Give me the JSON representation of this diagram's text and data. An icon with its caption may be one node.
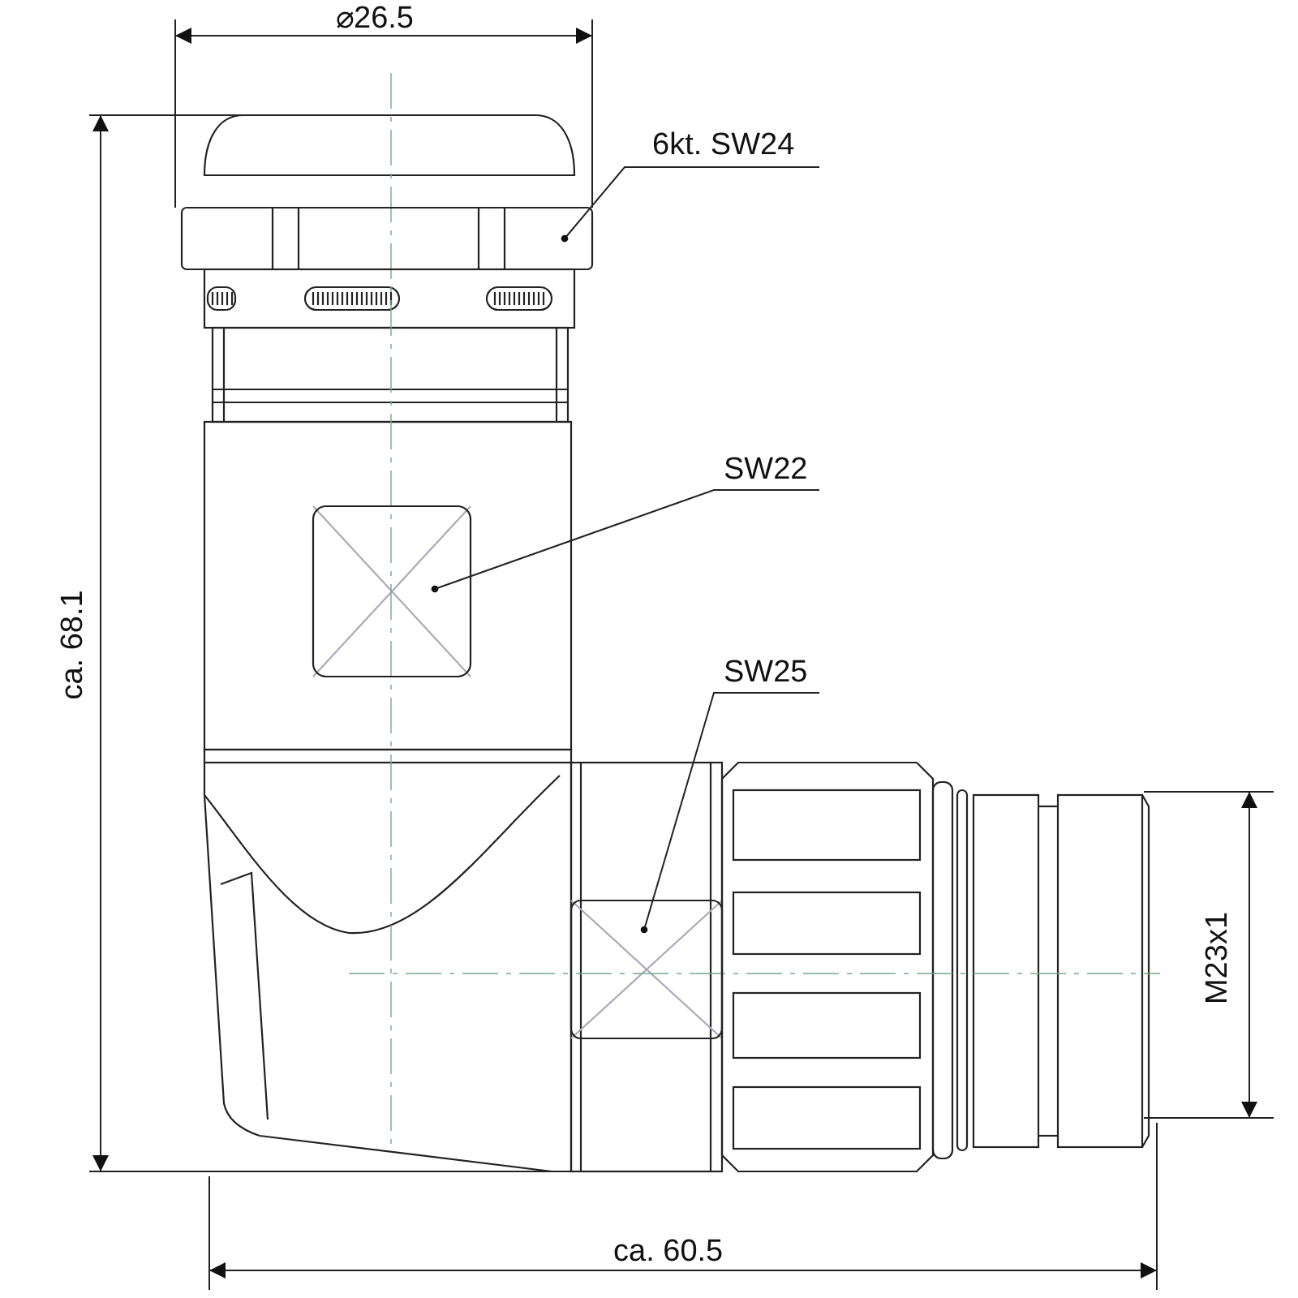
{
  "diagram": {
    "nodes": [
      {
        "text": [
          "6kt. SW24"
        ]
      },
      {
        "text": [],
        "shape": "box"
      },
      {
        "text": [
          "SW22"
        ]
      },
      {
        "text": [],
        "shape": "box"
      },
      {
        "text": [
          "SW25"
        ]
      },
      {
        "text": [],
        "shape": "box"
      }
    ],
    "edges": [
      {
        "from": 0,
        "to": 1,
        "arrow": "other"
      },
      {
        "from": 2,
        "to": 3,
        "arrow": "other"
      },
      {
        "from": 4,
        "to": 5,
        "arrow": "other"
      }
    ],
    "labels": [
      "⌀26.5",
      "ca. 68.1",
      "M23x1",
      "ca. 60.5"
    ]
  }
}
